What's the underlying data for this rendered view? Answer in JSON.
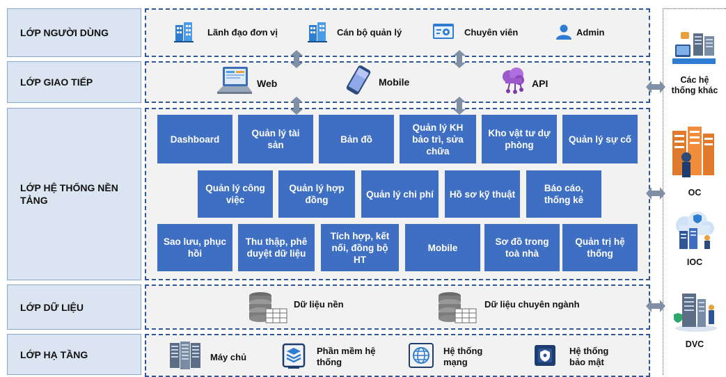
{
  "layers": {
    "user": "LỚP NGƯỜI DÙNG",
    "comm": "LỚP GIAO TIẾP",
    "platform": "LỚP HỆ THỐNG NỀN TẢNG",
    "data": "LỚP DỮ LIỆU",
    "infra": "LỚP HẠ TẦNG"
  },
  "users": [
    "Lãnh đạo đơn vị",
    "Cán bộ quản lý",
    "Chuyên viên",
    "Admin"
  ],
  "channels": [
    "Web",
    "Mobile",
    "API"
  ],
  "modules": {
    "row1": [
      "Dashboard",
      "Quản lý tài sản",
      "Bản đồ",
      "Quản lý KH bảo trì, sửa chữa",
      "Kho vật tư dự phòng",
      "Quản lý sự cố"
    ],
    "row2": [
      "Quản lý công việc",
      "Quản lý hợp đồng",
      "Quản lý chi phí",
      "Hồ sơ kỹ thuật",
      "Báo cáo, thống kê"
    ],
    "row3": [
      "Sao lưu, phục hồi",
      "Thu thập, phê duyệt dữ liệu",
      "Tích hợp, kết nối, đồng bộ HT",
      "Mobile",
      "Sơ đồ trong toà nhà",
      "Quản trị hệ thống"
    ]
  },
  "data_items": [
    "Dữ liệu nền",
    "Dữ liệu chuyên ngành"
  ],
  "infra_items": [
    "Máy chủ",
    "Phần mềm hệ thống",
    "Hệ thống mạng",
    "Hệ thống bảo mật"
  ],
  "external": [
    "Các hệ thống khác",
    "OC",
    "IOC",
    "DVC"
  ],
  "colors": {
    "module_bg": "#3f6fc3",
    "label_bg": "#dbe5f1",
    "border": "#2f5597",
    "panel_bg": "#f2f2f2"
  }
}
